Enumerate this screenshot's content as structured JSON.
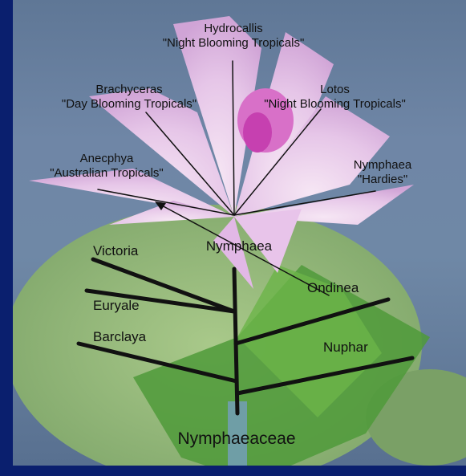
{
  "diagram": {
    "root": "Nymphaeaceae",
    "branches_left": [
      "Victoria",
      "Euryale",
      "Barclaya"
    ],
    "branches_right": [
      "Ondinea",
      "Nuphar"
    ],
    "genus": "Nymphaea",
    "subgenera": [
      {
        "name": "Anecphya",
        "description": "\"Australian Tropicals\""
      },
      {
        "name": "Brachyceras",
        "description": "\"Day Blooming Tropicals\""
      },
      {
        "name": "Hydrocallis",
        "description": "\"Night Blooming Tropicals\""
      },
      {
        "name": "Lotos",
        "description": "\"Night Blooming Tropicals\""
      },
      {
        "name": "Nymphaea",
        "description": "\"Hardies\""
      }
    ]
  },
  "colors": {
    "background": "#0a1f6e",
    "arrow": "#f4b400",
    "line": "#111111"
  }
}
